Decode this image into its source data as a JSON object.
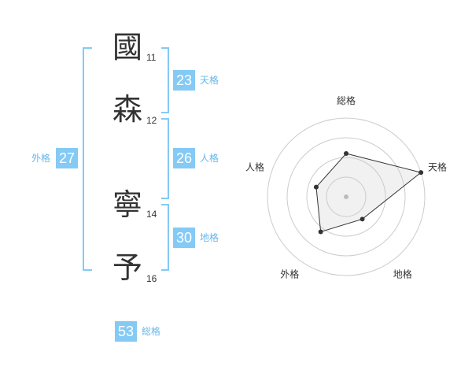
{
  "kanji": [
    {
      "char": "國",
      "strokes": "11"
    },
    {
      "char": "森",
      "strokes": "12"
    },
    {
      "char": "寧",
      "strokes": "14"
    },
    {
      "char": "予",
      "strokes": "16"
    }
  ],
  "fortunes": {
    "tenkaku": {
      "value": "23",
      "label": "天格"
    },
    "jinkaku": {
      "value": "26",
      "label": "人格"
    },
    "chikaku": {
      "value": "30",
      "label": "地格"
    },
    "gaikaku": {
      "value": "27",
      "label": "外格"
    },
    "soukaku": {
      "value": "53",
      "label": "総格"
    }
  },
  "colors": {
    "accent": "#84caf5",
    "accent_text": "#67b7ea",
    "text": "#333333"
  },
  "chart_data": {
    "type": "radar",
    "axes": [
      "総格",
      "天格",
      "地格",
      "外格",
      "人格"
    ],
    "values": [
      0.55,
      1.0,
      0.35,
      0.55,
      0.4
    ],
    "rings": 4,
    "max": 1.0
  }
}
